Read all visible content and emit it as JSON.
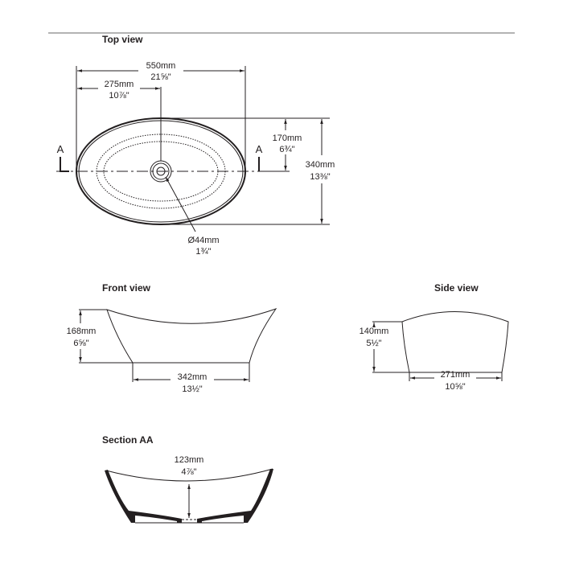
{
  "colors": {
    "ink": "#231f20",
    "rule": "#b3b3b3"
  },
  "top_view": {
    "title": "Top view",
    "width_mm": "550mm",
    "width_in": "21⅝\"",
    "half_width_mm": "275mm",
    "half_width_in": "10⅞\"",
    "half_depth_mm": "170mm",
    "half_depth_in": "6¾\"",
    "depth_mm": "340mm",
    "depth_in": "13⅜\"",
    "drain_mm": "Ø44mm",
    "drain_in": "1¾\"",
    "section_marker_left": "A",
    "section_marker_right": "A"
  },
  "front_view": {
    "title": "Front view",
    "height_mm": "168mm",
    "height_in": "6⅝\"",
    "base_mm": "342mm",
    "base_in": "13½\""
  },
  "side_view": {
    "title": "Side view",
    "height_mm": "140mm",
    "height_in": "5½\"",
    "base_mm": "271mm",
    "base_in": "10⅝\""
  },
  "section_aa": {
    "title": "Section AA",
    "depth_mm": "123mm",
    "depth_in": "4⅞\""
  }
}
